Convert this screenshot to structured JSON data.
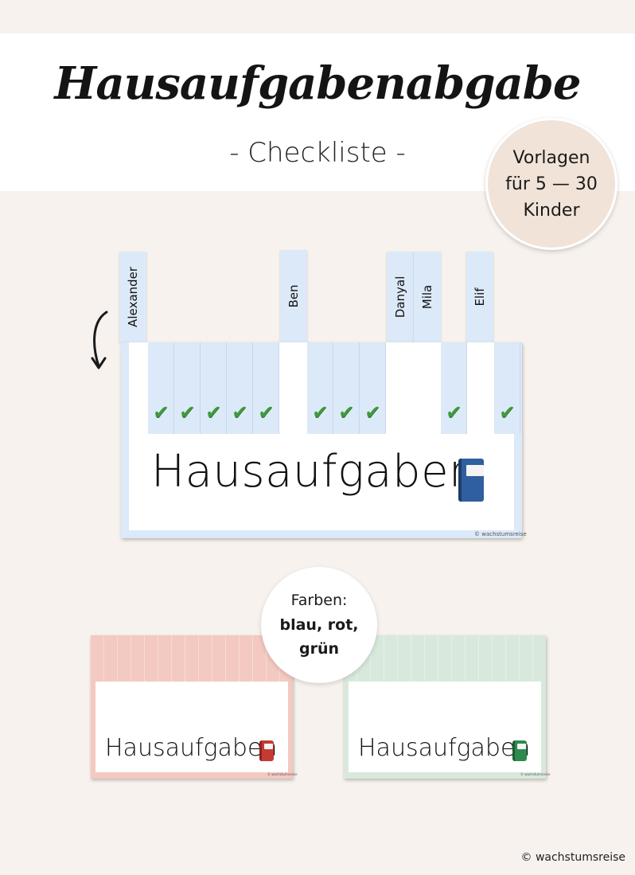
{
  "header": {
    "title": "Hausaufgabenabgabe",
    "subtitle": "- Checkliste -"
  },
  "badge": {
    "line1": "Vorlagen",
    "line2": "für 5 — 30",
    "line3": "Kinder"
  },
  "tabs": [
    "Alexander",
    "Ben",
    "Danyal",
    "Mila",
    "Elif"
  ],
  "main_card": {
    "word": "Hausaufgaben",
    "copyright": "© wachstumsreise",
    "color": "#dce9f8",
    "icon": "blue-notebook-icon",
    "checks": 10
  },
  "colors_bubble": {
    "heading": "Farben:",
    "line1": "blau, rot,",
    "line2": "grün"
  },
  "red_card": {
    "word": "Hausaufgaben",
    "copyright": "© wachstumsreise",
    "color": "#f3c9c0",
    "icon": "red-notebook-icon"
  },
  "green_card": {
    "word": "Hausaufgaben",
    "copyright": "© wachstumsreise",
    "color": "#d8e9dc",
    "icon": "green-notebook-icon"
  },
  "footer": {
    "copyright": "© wachstumsreise"
  }
}
